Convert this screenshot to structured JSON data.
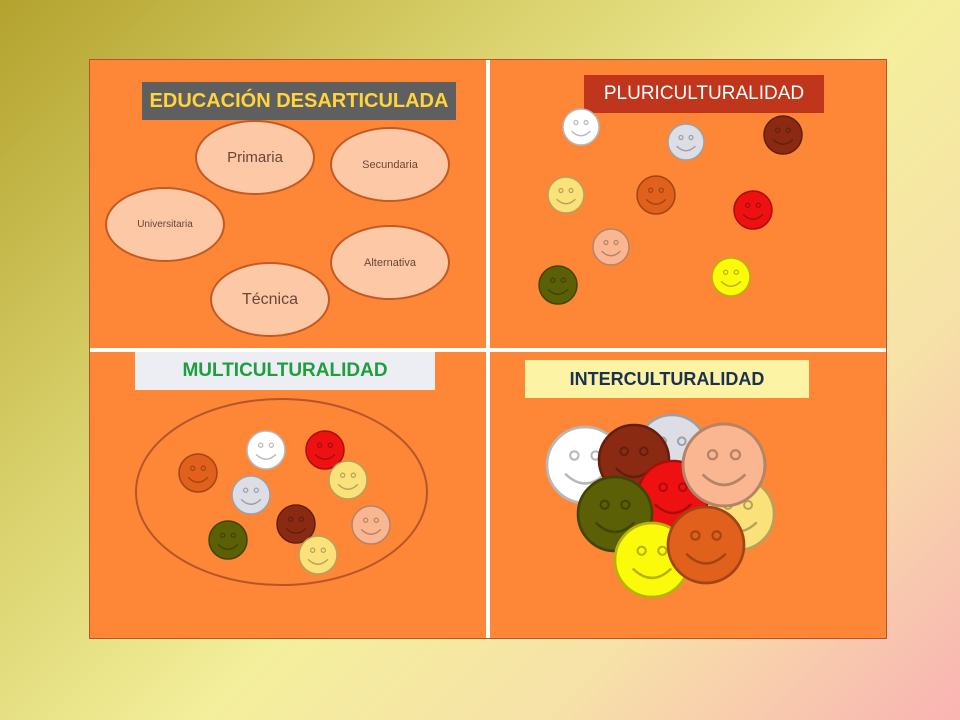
{
  "titles": {
    "educacion": "EDUCACIÓN DESARTICULADA",
    "pluri": "PLURICULTURALIDAD",
    "multi": "MULTICULTURALIDAD",
    "inter": "INTERCULTURALIDAD"
  },
  "education_levels": {
    "primaria": "Primaria",
    "secundaria": "Secundaria",
    "universitaria": "Universitaria",
    "alternativa": "Alternativa",
    "tecnica": "Técnica"
  },
  "colors": {
    "quadrant": "#fe8637",
    "white": "#ffffff",
    "light_gray": "#dcdde5",
    "maroon": "#8b2a12",
    "pale_yellow": "#fbe17a",
    "dark_orange": "#e0601c",
    "red": "#ee1111",
    "peach": "#fab690",
    "yellow": "#fafa0a",
    "olive": "#5b5f05"
  },
  "smiley_icons": {
    "pluri": [
      "white",
      "light_gray",
      "maroon",
      "pale_yellow",
      "dark_orange",
      "red",
      "peach",
      "yellow",
      "olive"
    ],
    "multi": [
      "white",
      "red",
      "dark_orange",
      "pale_yellow",
      "light_gray",
      "maroon",
      "peach",
      "olive",
      "pale_yellow"
    ],
    "inter": [
      "light_gray",
      "white",
      "maroon",
      "pale_yellow",
      "red",
      "peach",
      "olive",
      "yellow",
      "dark_orange"
    ]
  }
}
